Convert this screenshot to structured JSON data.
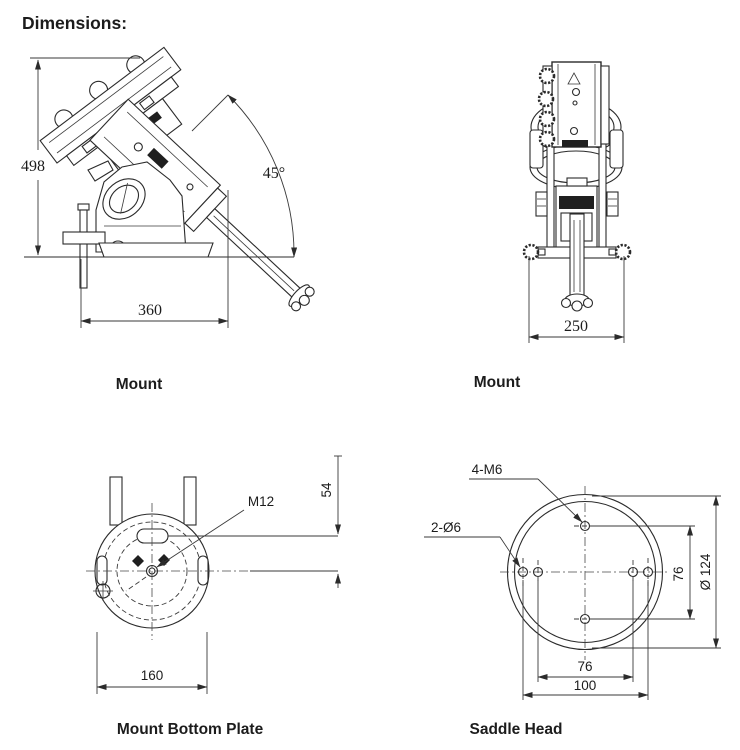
{
  "title": "Dimensions:",
  "views": {
    "mount_side": {
      "label": "Mount",
      "dims": {
        "height": "498",
        "width": "360",
        "angle": "45°"
      }
    },
    "mount_front": {
      "label": "Mount",
      "dims": {
        "width": "250"
      }
    },
    "bottom_plate": {
      "label": "Mount Bottom Plate",
      "dims": {
        "center_thread": "M12",
        "slot_offset": "54",
        "width": "160"
      }
    },
    "saddle_head": {
      "label": "Saddle Head",
      "dims": {
        "thread_holes": "4-M6",
        "through_holes": "2-Ø6",
        "vertical_spacing": "76",
        "diameter": "Ø 124",
        "inner_spacing": "76",
        "outer_spacing": "100"
      }
    }
  }
}
